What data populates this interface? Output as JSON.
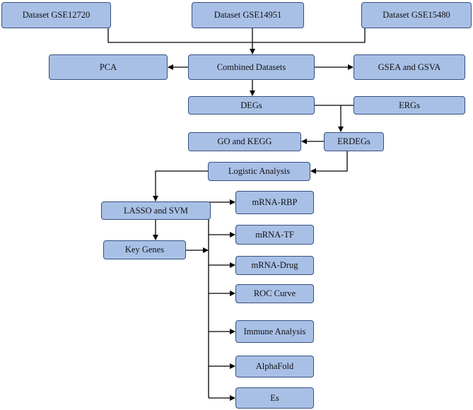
{
  "nodes": {
    "gse12720": "Dataset GSE12720",
    "gse14951": "Dataset GSE14951",
    "gse15480": "Dataset GSE15480",
    "pca": "PCA",
    "combined": "Combined Datasets",
    "gsea": "GSEA and GSVA",
    "degs": "DEGs",
    "ergs": "ERGs",
    "gokegg": "GO and KEGG",
    "erdegs": "ERDEGs",
    "logistic": "Logistic Analysis",
    "lasso": "LASSO and SVM",
    "keygenes": "Key Genes",
    "rbp": "mRNA-RBP",
    "tf": "mRNA-TF",
    "drug": "mRNA-Drug",
    "roc": "ROC Curve",
    "immune": "Immune Analysis",
    "alpha": "AlphaFold",
    "es": "Es"
  },
  "colors": {
    "node_fill": "#a9c0e6",
    "node_border": "#35507e",
    "connector": "#000000"
  }
}
